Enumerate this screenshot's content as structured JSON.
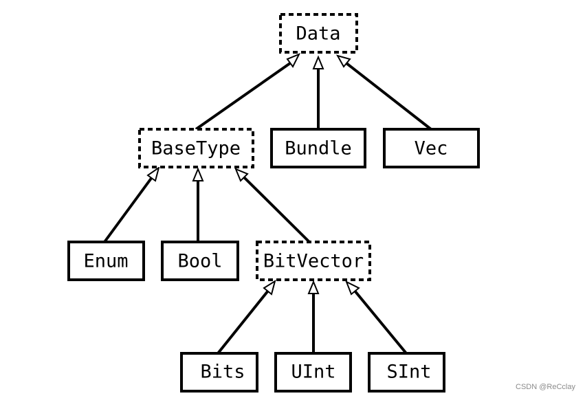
{
  "colors": {
    "stroke": "#000000",
    "background": "#ffffff",
    "watermark": "#8a8a8a"
  },
  "nodes": {
    "data": {
      "label": "Data",
      "style": "dashed"
    },
    "basetype": {
      "label": "BaseType",
      "style": "dashed"
    },
    "bundle": {
      "label": "Bundle",
      "style": "solid"
    },
    "vec": {
      "label": "Vec",
      "style": "solid"
    },
    "enum": {
      "label": "Enum",
      "style": "solid"
    },
    "bool": {
      "label": "Bool",
      "style": "solid"
    },
    "bitvector": {
      "label": "BitVector",
      "style": "dashed"
    },
    "bits": {
      "label": "Bits",
      "style": "solid"
    },
    "uint": {
      "label": "UInt",
      "style": "solid"
    },
    "sint": {
      "label": "SInt",
      "style": "solid"
    }
  },
  "edges": [
    {
      "from": "basetype",
      "to": "data",
      "arrow": "hollow-triangle"
    },
    {
      "from": "bundle",
      "to": "data",
      "arrow": "hollow-triangle"
    },
    {
      "from": "vec",
      "to": "data",
      "arrow": "hollow-triangle"
    },
    {
      "from": "enum",
      "to": "basetype",
      "arrow": "hollow-triangle"
    },
    {
      "from": "bool",
      "to": "basetype",
      "arrow": "hollow-triangle"
    },
    {
      "from": "bitvector",
      "to": "basetype",
      "arrow": "hollow-triangle"
    },
    {
      "from": "bits",
      "to": "bitvector",
      "arrow": "hollow-triangle"
    },
    {
      "from": "uint",
      "to": "bitvector",
      "arrow": "hollow-triangle"
    },
    {
      "from": "sint",
      "to": "bitvector",
      "arrow": "hollow-triangle"
    }
  ],
  "watermark": {
    "text": "CSDN @ReCclay"
  }
}
